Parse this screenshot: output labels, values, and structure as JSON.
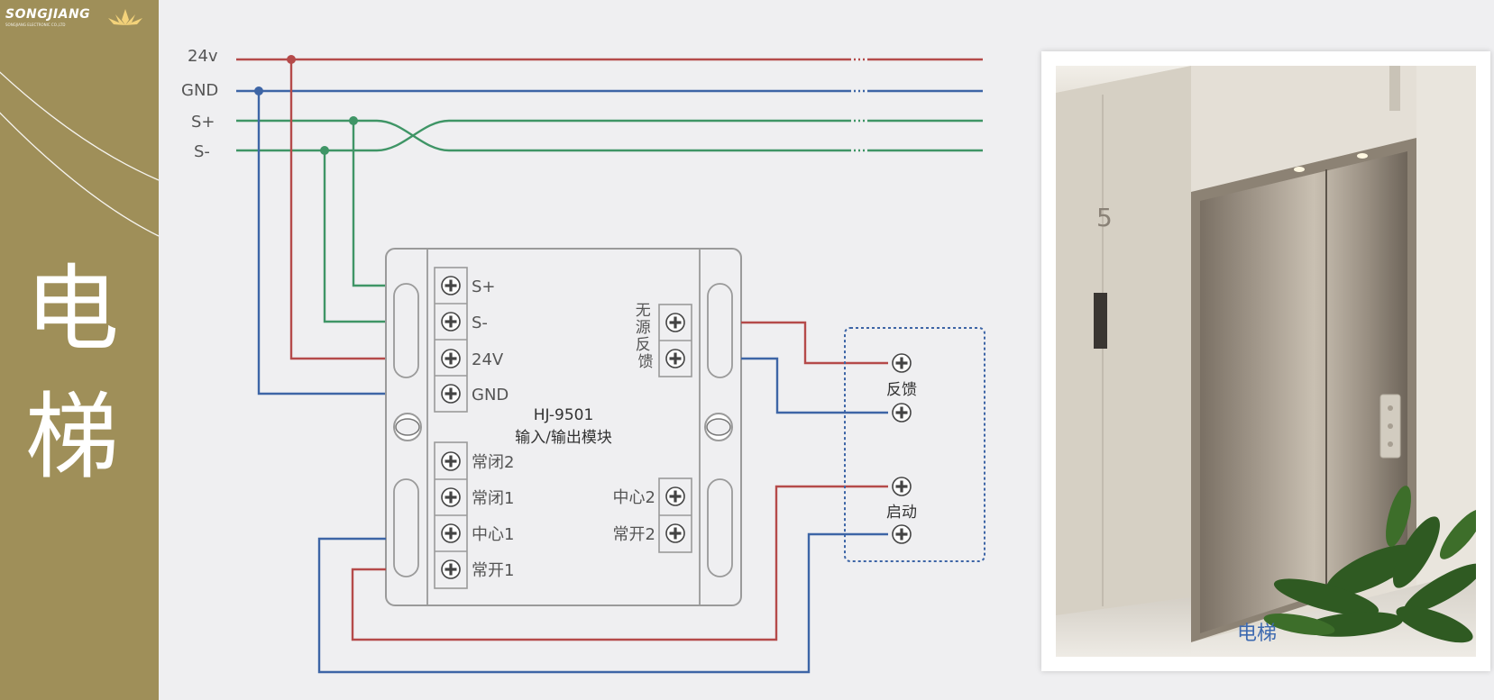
{
  "logo": {
    "text": "SONGJIANG",
    "subtext": "SONGJIANG ELECTRONIC CO.,LTD"
  },
  "sidebar": {
    "title_line1": "电",
    "title_line2": "梯"
  },
  "bus_lines": [
    {
      "label": "24v",
      "color": "#b54a4a"
    },
    {
      "label": "GND",
      "color": "#3d65a6"
    },
    {
      "label": "S+",
      "color": "#3f9566"
    },
    {
      "label": "S-",
      "color": "#3f9566"
    }
  ],
  "module": {
    "model": "HJ-9501",
    "name": "输入/输出模块",
    "left_top_terminals": [
      "S+",
      "S-",
      "24V",
      "GND"
    ],
    "left_bottom_terminals": [
      "常闭2",
      "常闭1",
      "中心1",
      "常开1"
    ],
    "right_top_label": "无源反馈",
    "right_bottom_terminals": [
      "中心2",
      "常开2"
    ]
  },
  "elevator_box": {
    "feedback_label": "反馈",
    "start_label": "启动"
  },
  "photo": {
    "caption": "电梯",
    "floor_number": "5"
  },
  "colors": {
    "red": "#b54a4a",
    "blue": "#3d65a6",
    "green": "#3f9566",
    "sidebar": "#9f8f59",
    "dotted_box": "#3d65a6"
  }
}
